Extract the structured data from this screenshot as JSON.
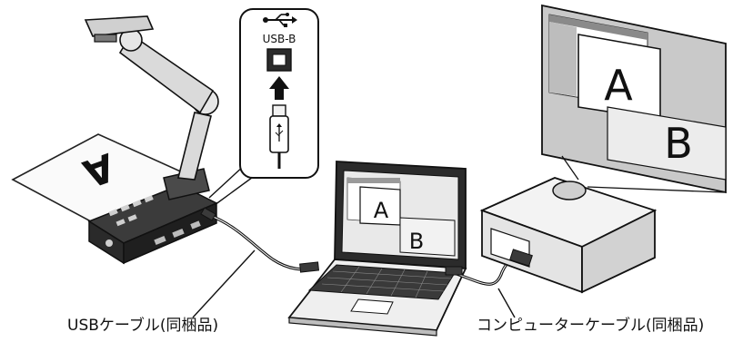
{
  "callout": {
    "usb_symbol": "usb-icon",
    "port_label": "USB-B"
  },
  "paper": {
    "letter": "A"
  },
  "laptop_screen": {
    "letter_a": "A",
    "letter_b": "B"
  },
  "projection_screen": {
    "letter_a": "A",
    "letter_b": "B"
  },
  "labels": {
    "usb_cable": "USBケーブル(同梱品)",
    "computer_cable": "コンピューターケーブル(同梱品)"
  }
}
